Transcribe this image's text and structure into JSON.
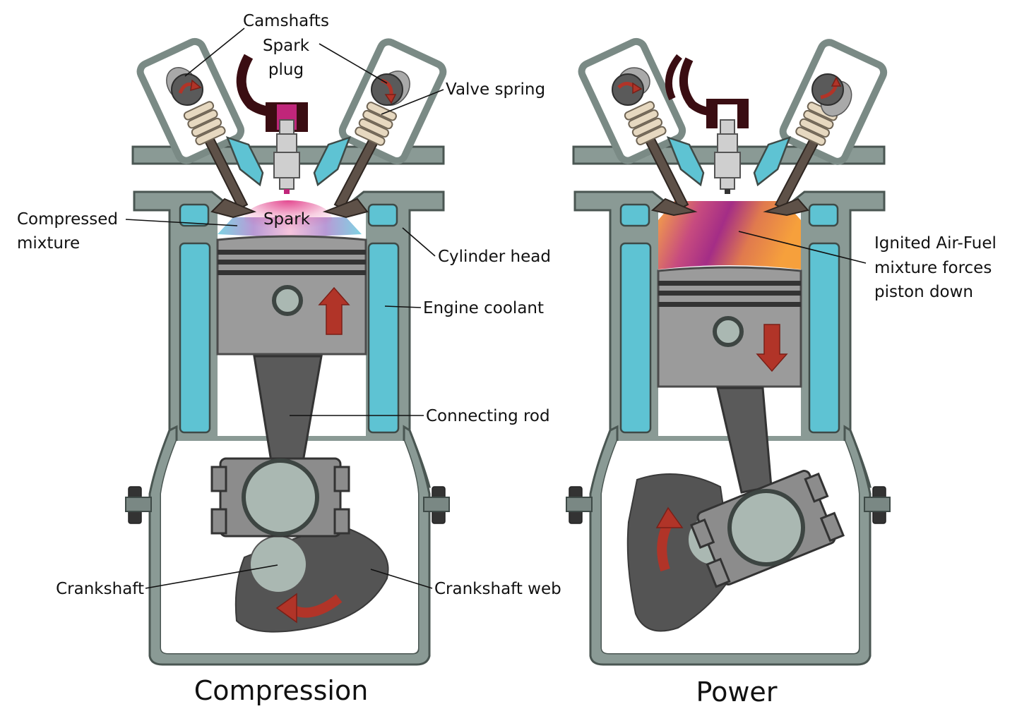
{
  "labels": {
    "camshafts": "Camshafts",
    "spark_plug_line1": "Spark",
    "spark_plug_line2": "plug",
    "valve_spring": "Valve spring",
    "compressed_mixture_line1": "Compressed",
    "compressed_mixture_line2": "mixture",
    "spark": "Spark",
    "cylinder_head": "Cylinder head",
    "engine_coolant": "Engine coolant",
    "connecting_rod": "Connecting rod",
    "crankshaft": "Crankshaft",
    "crankshaft_web": "Crankshaft web",
    "ignited_line1": "Ignited Air-Fuel",
    "ignited_line2": "mixture forces",
    "ignited_line3": "piston down"
  },
  "captions": {
    "left": "Compression",
    "right": "Power"
  },
  "colors": {
    "engine_block": "#8a9a95",
    "coolant": "#5ec3d3",
    "piston": "#9b9b9b",
    "connecting_rod": "#5a5a5a",
    "crankshaft_web": "#545454",
    "motion_arrow": "#b13428",
    "spark_glow": "#e23f8a",
    "ignition_orange": "#f39a3c",
    "ignition_magenta": "#b12f86",
    "spark_plug_wire_active": "#c0267a",
    "spark_plug_wire_idle": "#3a0d12"
  },
  "panels": [
    {
      "stroke": "Compression",
      "piston_direction": "up",
      "spark_active": true
    },
    {
      "stroke": "Power",
      "piston_direction": "down",
      "spark_active": false
    }
  ]
}
